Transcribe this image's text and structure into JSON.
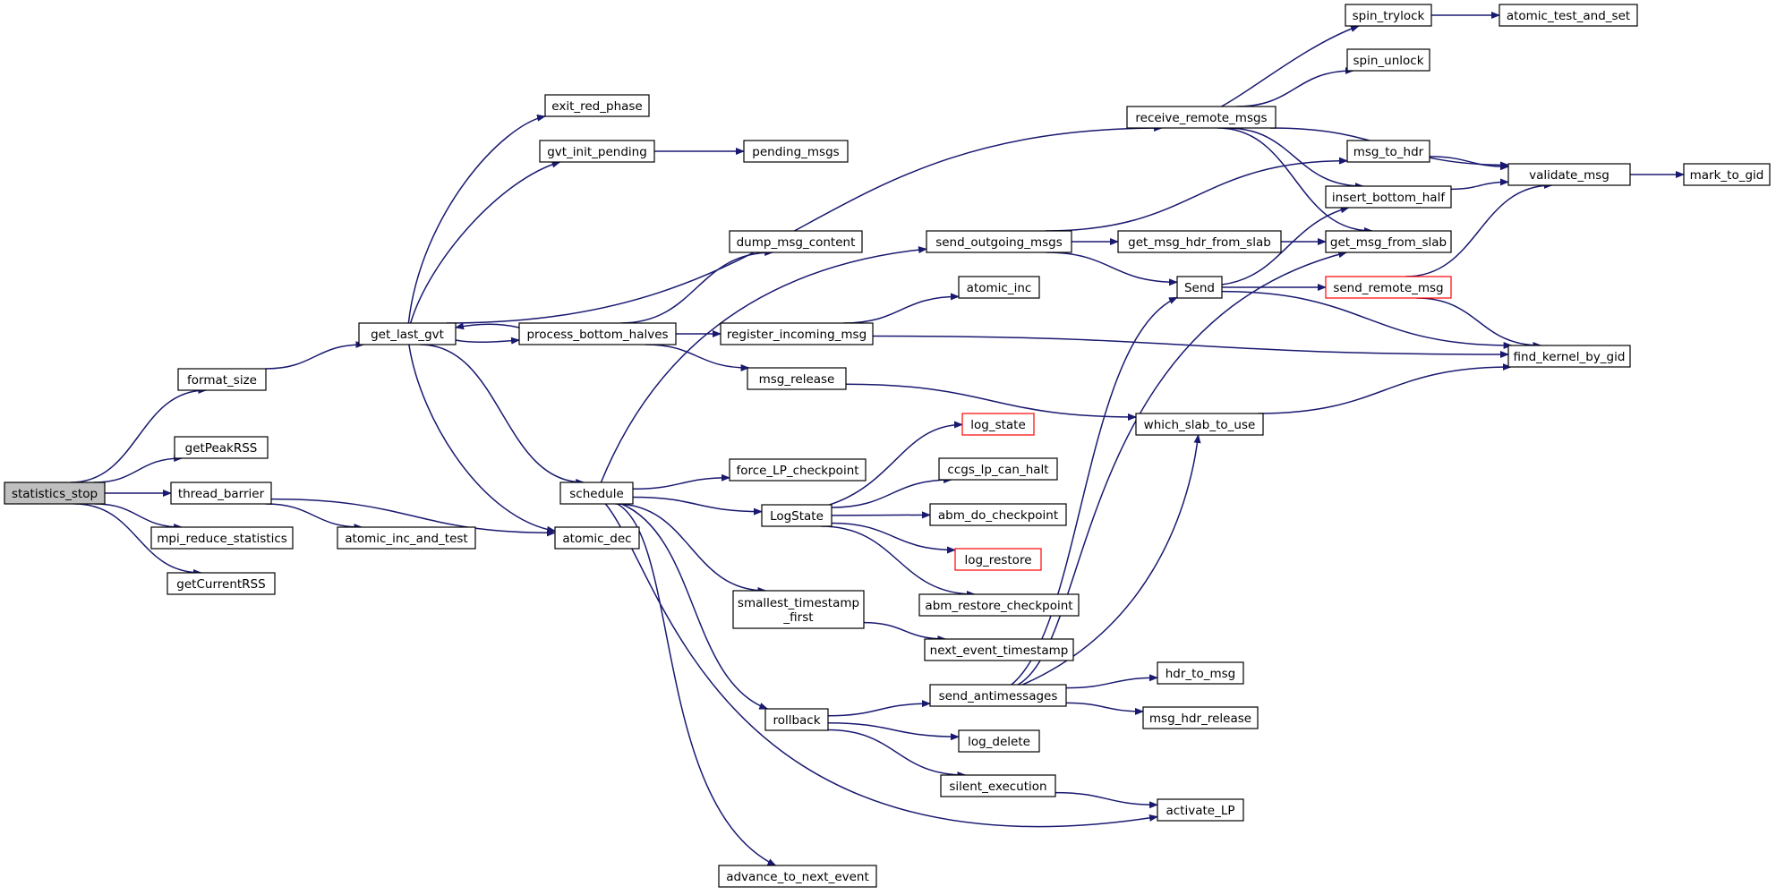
{
  "colors": {
    "edge": "#191970",
    "node_border": "#000000",
    "node_fill": "#ffffff",
    "root_fill": "#bfbfbf",
    "truncated_border": "#ff0000"
  },
  "nodes": [
    {
      "id": "statistics_stop",
      "label": "statistics_stop",
      "style": "root"
    },
    {
      "id": "format_size",
      "label": "format_size"
    },
    {
      "id": "getPeakRSS",
      "label": "getPeakRSS"
    },
    {
      "id": "thread_barrier",
      "label": "thread_barrier"
    },
    {
      "id": "mpi_reduce_statistics",
      "label": "mpi_reduce_statistics"
    },
    {
      "id": "getCurrentRSS",
      "label": "getCurrentRSS"
    },
    {
      "id": "get_last_gvt",
      "label": "get_last_gvt"
    },
    {
      "id": "atomic_inc_and_test",
      "label": "atomic_inc_and_test"
    },
    {
      "id": "exit_red_phase",
      "label": "exit_red_phase"
    },
    {
      "id": "gvt_init_pending",
      "label": "gvt_init_pending"
    },
    {
      "id": "process_bottom_halves",
      "label": "process_bottom_halves"
    },
    {
      "id": "schedule",
      "label": "schedule"
    },
    {
      "id": "atomic_dec",
      "label": "atomic_dec"
    },
    {
      "id": "pending_msgs",
      "label": "pending_msgs"
    },
    {
      "id": "dump_msg_content",
      "label": "dump_msg_content"
    },
    {
      "id": "register_incoming_msg",
      "label": "register_incoming_msg"
    },
    {
      "id": "msg_release",
      "label": "msg_release"
    },
    {
      "id": "force_LP_checkpoint",
      "label": "force_LP_checkpoint"
    },
    {
      "id": "LogState",
      "label": "LogState"
    },
    {
      "id": "smallest_timestamp_first",
      "label": "smallest_timestamp\n_first"
    },
    {
      "id": "rollback",
      "label": "rollback"
    },
    {
      "id": "advance_to_next_event",
      "label": "advance_to_next_event"
    },
    {
      "id": "receive_remote_msgs",
      "label": "receive_remote_msgs"
    },
    {
      "id": "send_outgoing_msgs",
      "label": "send_outgoing_msgs"
    },
    {
      "id": "atomic_inc",
      "label": "atomic_inc"
    },
    {
      "id": "log_state",
      "label": "log_state",
      "style": "truncated"
    },
    {
      "id": "ccgs_lp_can_halt",
      "label": "ccgs_lp_can_halt"
    },
    {
      "id": "abm_do_checkpoint",
      "label": "abm_do_checkpoint"
    },
    {
      "id": "log_restore",
      "label": "log_restore",
      "style": "truncated"
    },
    {
      "id": "abm_restore_checkpoint",
      "label": "abm_restore_checkpoint"
    },
    {
      "id": "next_event_timestamp",
      "label": "next_event_timestamp"
    },
    {
      "id": "send_antimessages",
      "label": "send_antimessages"
    },
    {
      "id": "log_delete",
      "label": "log_delete"
    },
    {
      "id": "silent_execution",
      "label": "silent_execution"
    },
    {
      "id": "get_msg_hdr_from_slab",
      "label": "get_msg_hdr_from_slab"
    },
    {
      "id": "Send",
      "label": "Send"
    },
    {
      "id": "which_slab_to_use",
      "label": "which_slab_to_use"
    },
    {
      "id": "hdr_to_msg",
      "label": "hdr_to_msg"
    },
    {
      "id": "msg_hdr_release",
      "label": "msg_hdr_release"
    },
    {
      "id": "activate_LP",
      "label": "activate_LP"
    },
    {
      "id": "spin_trylock",
      "label": "spin_trylock"
    },
    {
      "id": "spin_unlock",
      "label": "spin_unlock"
    },
    {
      "id": "msg_to_hdr",
      "label": "msg_to_hdr"
    },
    {
      "id": "insert_bottom_half",
      "label": "insert_bottom_half"
    },
    {
      "id": "get_msg_from_slab",
      "label": "get_msg_from_slab"
    },
    {
      "id": "send_remote_msg",
      "label": "send_remote_msg",
      "style": "truncated"
    },
    {
      "id": "atomic_test_and_set",
      "label": "atomic_test_and_set"
    },
    {
      "id": "validate_msg",
      "label": "validate_msg"
    },
    {
      "id": "find_kernel_by_gid",
      "label": "find_kernel_by_gid"
    },
    {
      "id": "mark_to_gid",
      "label": "mark_to_gid"
    }
  ],
  "edges": [
    {
      "from": "statistics_stop",
      "to": "format_size"
    },
    {
      "from": "statistics_stop",
      "to": "getPeakRSS"
    },
    {
      "from": "statistics_stop",
      "to": "thread_barrier"
    },
    {
      "from": "statistics_stop",
      "to": "mpi_reduce_statistics"
    },
    {
      "from": "statistics_stop",
      "to": "getCurrentRSS"
    },
    {
      "from": "format_size",
      "to": "get_last_gvt"
    },
    {
      "from": "thread_barrier",
      "to": "atomic_inc_and_test"
    },
    {
      "from": "thread_barrier",
      "to": "atomic_dec"
    },
    {
      "from": "get_last_gvt",
      "to": "exit_red_phase"
    },
    {
      "from": "get_last_gvt",
      "to": "gvt_init_pending"
    },
    {
      "from": "get_last_gvt",
      "to": "receive_remote_msgs"
    },
    {
      "from": "get_last_gvt",
      "to": "process_bottom_halves"
    },
    {
      "from": "get_last_gvt",
      "to": "schedule"
    },
    {
      "from": "get_last_gvt",
      "to": "atomic_dec"
    },
    {
      "from": "gvt_init_pending",
      "to": "pending_msgs"
    },
    {
      "from": "process_bottom_halves",
      "to": "get_last_gvt"
    },
    {
      "from": "process_bottom_halves",
      "to": "dump_msg_content"
    },
    {
      "from": "process_bottom_halves",
      "to": "register_incoming_msg"
    },
    {
      "from": "process_bottom_halves",
      "to": "msg_release"
    },
    {
      "from": "schedule",
      "to": "send_outgoing_msgs"
    },
    {
      "from": "schedule",
      "to": "force_LP_checkpoint"
    },
    {
      "from": "schedule",
      "to": "LogState"
    },
    {
      "from": "schedule",
      "to": "smallest_timestamp_first"
    },
    {
      "from": "schedule",
      "to": "rollback"
    },
    {
      "from": "schedule",
      "to": "advance_to_next_event"
    },
    {
      "from": "schedule",
      "to": "activate_LP"
    },
    {
      "from": "register_incoming_msg",
      "to": "atomic_inc"
    },
    {
      "from": "register_incoming_msg",
      "to": "find_kernel_by_gid"
    },
    {
      "from": "msg_release",
      "to": "which_slab_to_use"
    },
    {
      "from": "LogState",
      "to": "log_state"
    },
    {
      "from": "LogState",
      "to": "ccgs_lp_can_halt"
    },
    {
      "from": "LogState",
      "to": "abm_do_checkpoint"
    },
    {
      "from": "LogState",
      "to": "log_restore"
    },
    {
      "from": "LogState",
      "to": "abm_restore_checkpoint"
    },
    {
      "from": "smallest_timestamp_first",
      "to": "next_event_timestamp"
    },
    {
      "from": "rollback",
      "to": "send_antimessages"
    },
    {
      "from": "rollback",
      "to": "log_delete"
    },
    {
      "from": "rollback",
      "to": "silent_execution"
    },
    {
      "from": "silent_execution",
      "to": "activate_LP"
    },
    {
      "from": "send_outgoing_msgs",
      "to": "msg_to_hdr"
    },
    {
      "from": "send_outgoing_msgs",
      "to": "get_msg_hdr_from_slab"
    },
    {
      "from": "send_outgoing_msgs",
      "to": "Send"
    },
    {
      "from": "get_msg_hdr_from_slab",
      "to": "get_msg_from_slab"
    },
    {
      "from": "send_antimessages",
      "to": "Send"
    },
    {
      "from": "send_antimessages",
      "to": "get_msg_from_slab"
    },
    {
      "from": "send_antimessages",
      "to": "which_slab_to_use"
    },
    {
      "from": "send_antimessages",
      "to": "hdr_to_msg"
    },
    {
      "from": "send_antimessages",
      "to": "msg_hdr_release"
    },
    {
      "from": "Send",
      "to": "insert_bottom_half"
    },
    {
      "from": "Send",
      "to": "send_remote_msg"
    },
    {
      "from": "Send",
      "to": "find_kernel_by_gid"
    },
    {
      "from": "which_slab_to_use",
      "to": "find_kernel_by_gid"
    },
    {
      "from": "receive_remote_msgs",
      "to": "spin_trylock"
    },
    {
      "from": "receive_remote_msgs",
      "to": "spin_unlock"
    },
    {
      "from": "receive_remote_msgs",
      "to": "validate_msg"
    },
    {
      "from": "receive_remote_msgs",
      "to": "insert_bottom_half"
    },
    {
      "from": "receive_remote_msgs",
      "to": "get_msg_from_slab"
    },
    {
      "from": "spin_trylock",
      "to": "atomic_test_and_set"
    },
    {
      "from": "msg_to_hdr",
      "to": "validate_msg"
    },
    {
      "from": "insert_bottom_half",
      "to": "validate_msg"
    },
    {
      "from": "send_remote_msg",
      "to": "validate_msg"
    },
    {
      "from": "send_remote_msg",
      "to": "find_kernel_by_gid"
    },
    {
      "from": "validate_msg",
      "to": "mark_to_gid"
    }
  ]
}
